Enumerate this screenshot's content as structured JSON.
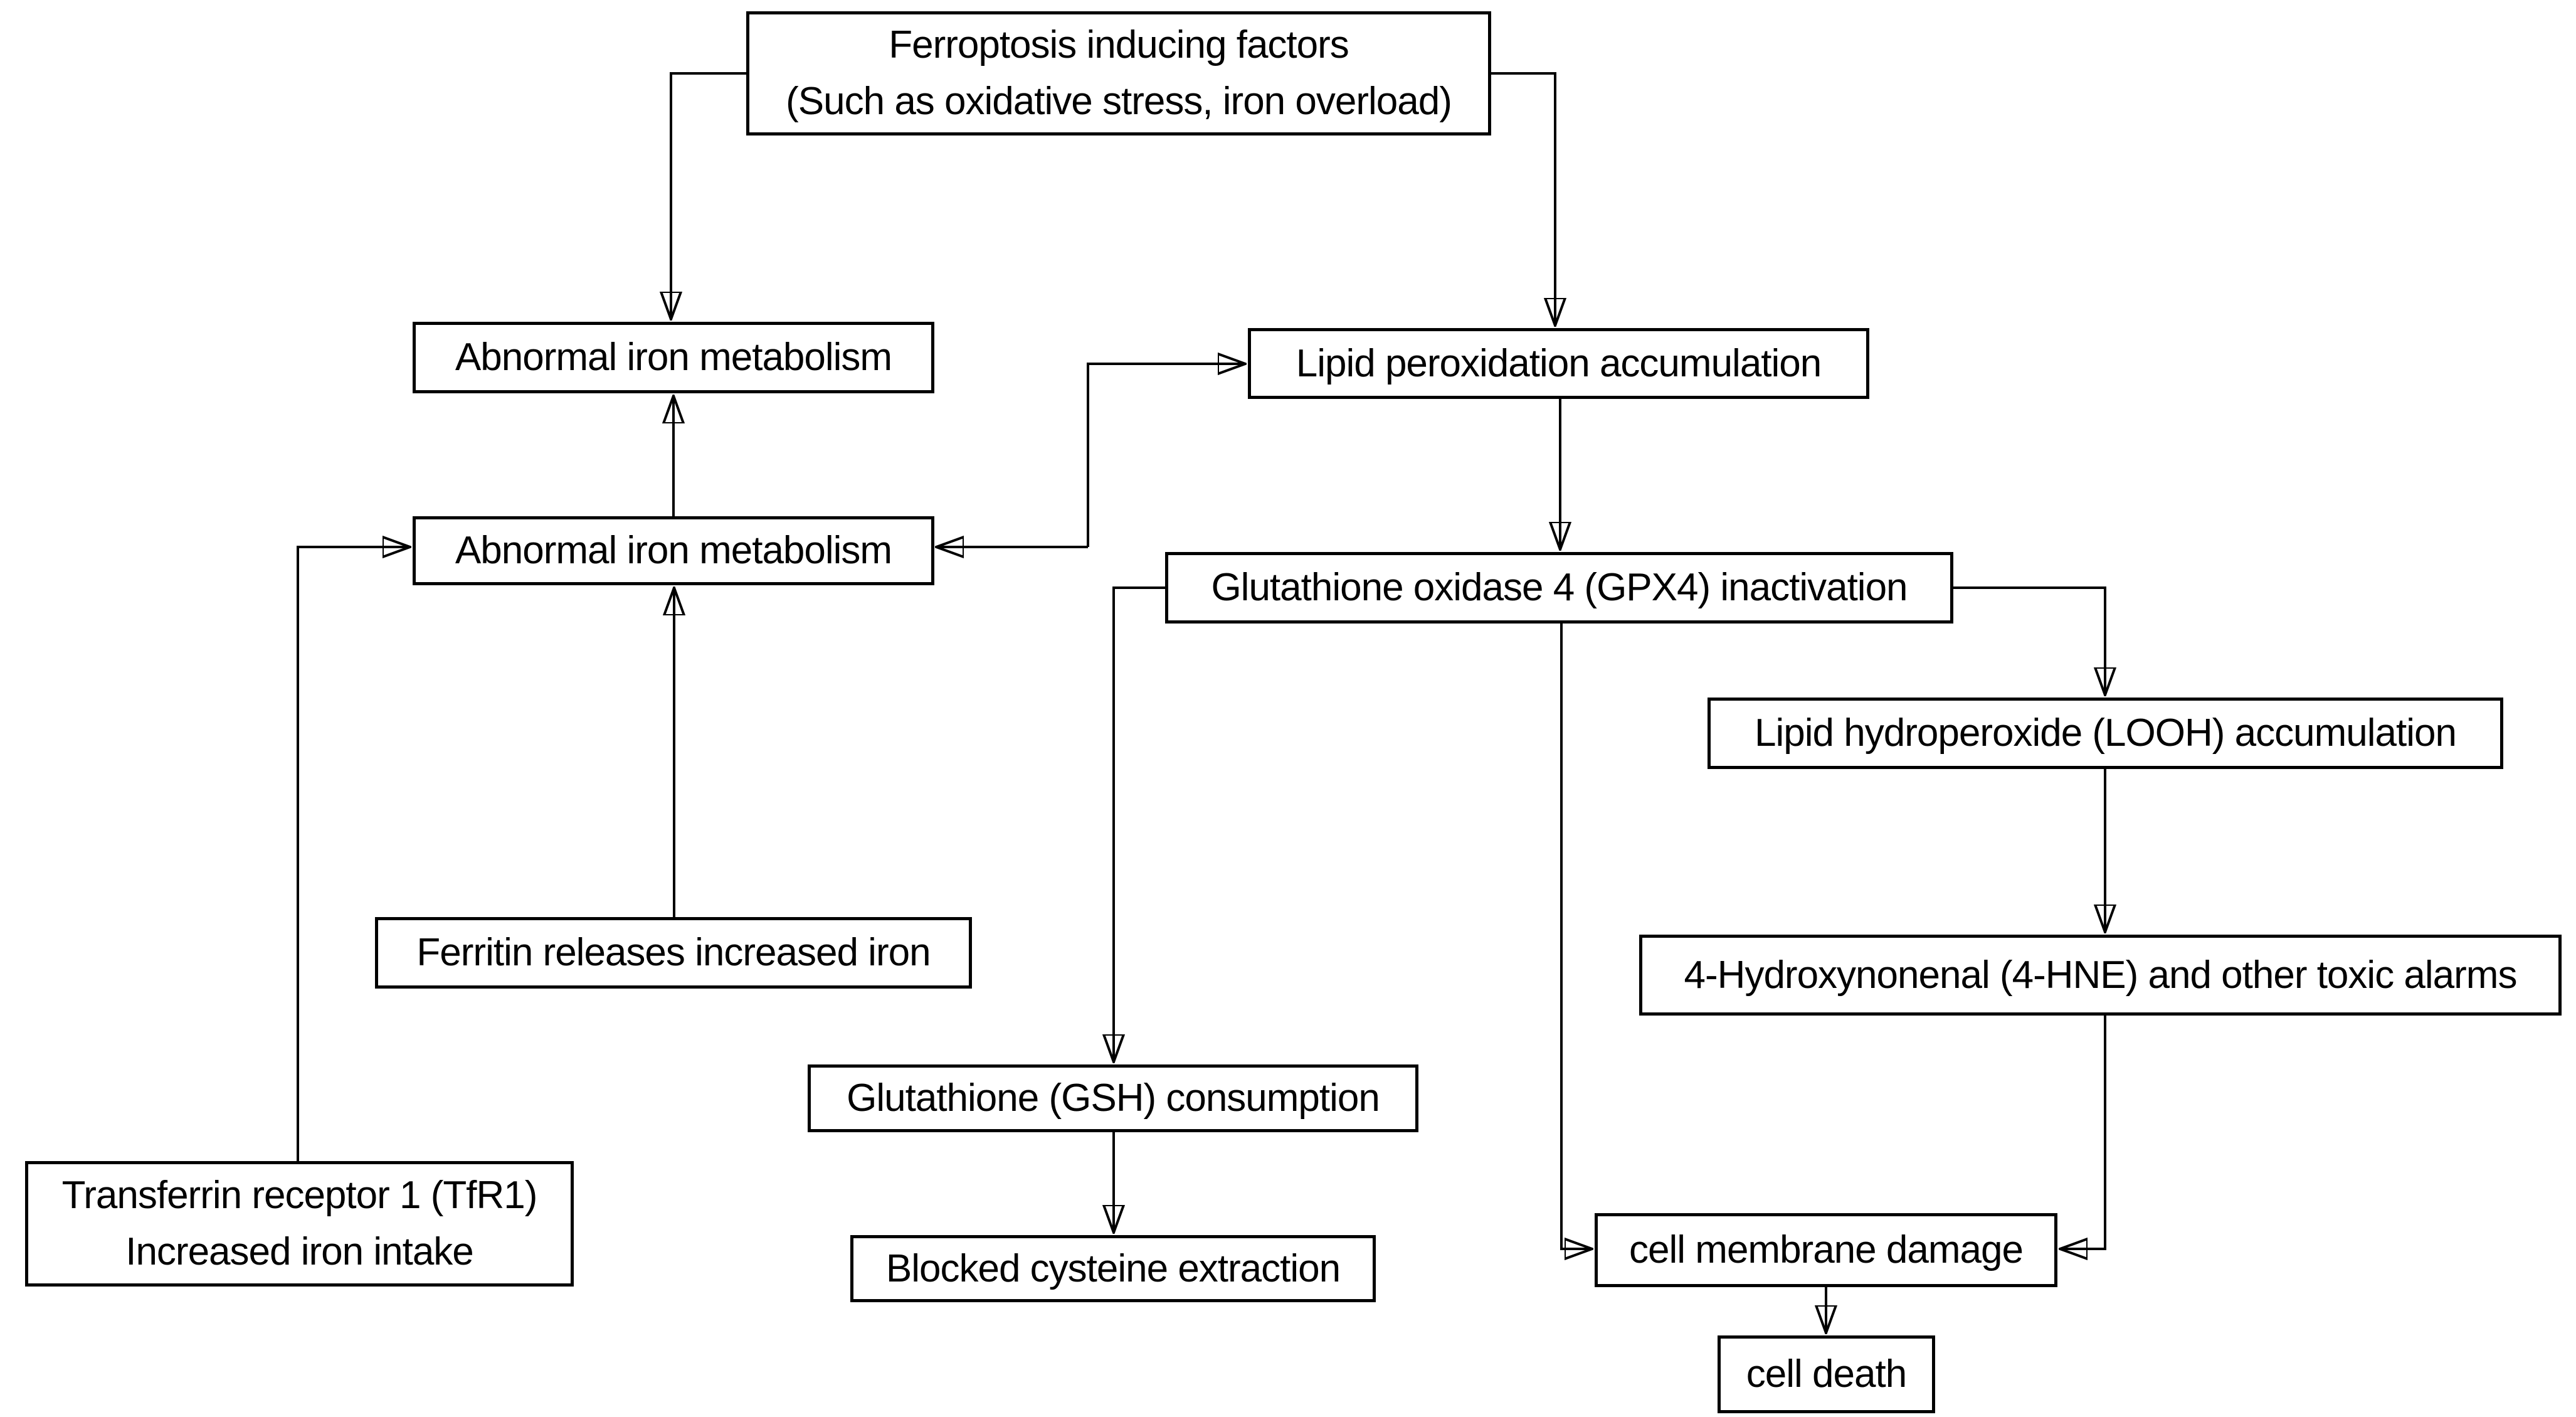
{
  "diagram": {
    "background_color": "#ffffff",
    "line_color": "#000000",
    "text_color": "#000000",
    "box_border_color": "#000000",
    "nodes": {
      "factors": {
        "line1": "Ferroptosis inducing factors",
        "line2": "(Such as oxidative stress, iron overload)"
      },
      "abnormal_iron_top": {
        "label": "Abnormal iron metabolism"
      },
      "abnormal_iron_mid": {
        "label": "Abnormal iron metabolism"
      },
      "lipid_peroxidation": {
        "label": "Lipid peroxidation accumulation"
      },
      "gpx4_inactivation": {
        "label": "Glutathione oxidase 4 (GPX4) inactivation"
      },
      "looh_accumulation": {
        "label": "Lipid hydroperoxide (LOOH) accumulation"
      },
      "hne_toxic_alarms": {
        "label": "4-Hydroxynonenal (4-HNE) and other toxic alarms"
      },
      "gsh_consumption": {
        "label": "Glutathione (GSH) consumption"
      },
      "blocked_cysteine": {
        "label": "Blocked cysteine extraction"
      },
      "ferritin_release": {
        "label": "Ferritin releases increased iron"
      },
      "tfr1": {
        "line1": "Transferrin receptor 1 (TfR1)",
        "line2": "Increased iron intake"
      },
      "cell_membrane_damage": {
        "label": "cell membrane damage"
      },
      "cell_death": {
        "label": "cell death"
      }
    },
    "edges": [
      {
        "from": "factors",
        "to": "abnormal_iron_top"
      },
      {
        "from": "factors",
        "to": "lipid_peroxidation"
      },
      {
        "from": "abnormal_iron_mid",
        "to": "abnormal_iron_top"
      },
      {
        "from": "ferritin_release",
        "to": "abnormal_iron_mid"
      },
      {
        "from": "tfr1",
        "to": "abnormal_iron_mid"
      },
      {
        "from": "abnormal_iron_mid",
        "to": "lipid_peroxidation",
        "bidirectional": true
      },
      {
        "from": "lipid_peroxidation",
        "to": "gpx4_inactivation"
      },
      {
        "from": "gpx4_inactivation",
        "to": "gsh_consumption"
      },
      {
        "from": "gsh_consumption",
        "to": "blocked_cysteine"
      },
      {
        "from": "gpx4_inactivation",
        "to": "looh_accumulation"
      },
      {
        "from": "looh_accumulation",
        "to": "hne_toxic_alarms"
      },
      {
        "from": "hne_toxic_alarms",
        "to": "cell_membrane_damage"
      },
      {
        "from": "gpx4_inactivation",
        "to": "cell_membrane_damage"
      },
      {
        "from": "cell_membrane_damage",
        "to": "cell_death"
      }
    ]
  }
}
